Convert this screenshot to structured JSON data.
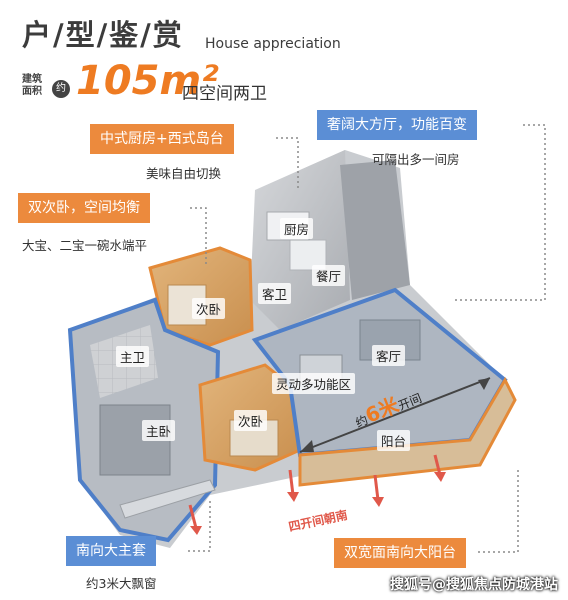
{
  "header": {
    "title": "户/型/鉴/赏",
    "title_en": "House appreciation",
    "area_label": "建筑面积",
    "area_approx": "约",
    "area_value": "105m²",
    "layout": "四空间两卫"
  },
  "callouts": [
    {
      "id": "kitchen",
      "label": "中式厨房+西式岛台",
      "note": "美味自由切换",
      "color": "#ec8a3d"
    },
    {
      "id": "living",
      "label": "奢阔大方厅，功能百变",
      "note": "可隔出多一间房",
      "color": "#5b8ed5"
    },
    {
      "id": "bedrooms",
      "label": "双次卧，空间均衡",
      "note": "大宝、二宝一碗水端平",
      "color": "#ec8a3d"
    },
    {
      "id": "master",
      "label": "南向大主套",
      "note": "约3米大飘窗",
      "color": "#5b8ed5"
    },
    {
      "id": "balcony",
      "label": "双宽面南向大阳台",
      "note": "",
      "color": "#ec8a3d"
    }
  ],
  "rooms": {
    "kitchen": "厨房",
    "dining": "餐厅",
    "guest_bath": "客卫",
    "second_bedroom_top": "次卧",
    "master_bath": "主卫",
    "master_bedroom": "主卧",
    "multi_zone": "灵动多功能区",
    "second_bedroom_bottom": "次卧",
    "living_room": "客厅",
    "balcony": "阳台"
  },
  "plan_annotations": {
    "width_prefix": "约",
    "width_value": "6米",
    "width_suffix": "开间",
    "orientation": "四开间朝南"
  },
  "watermark": "搜狐号@搜狐焦点防城港站",
  "colors": {
    "orange": "#ec8a3d",
    "blue": "#5b8ed5",
    "accent_text": "#ee7b22",
    "arrow_red": "#e0584a"
  }
}
